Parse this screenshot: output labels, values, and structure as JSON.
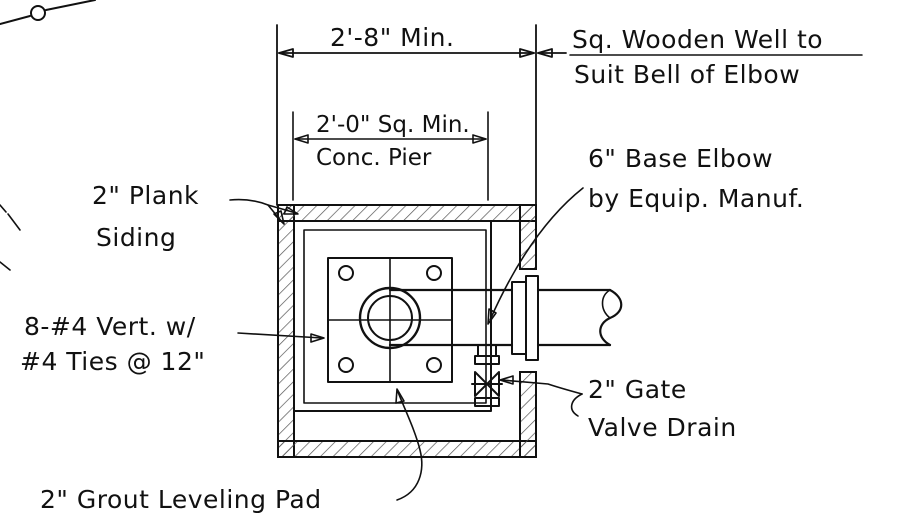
{
  "labels": {
    "min_width": "2'-8\" Min.",
    "wooden_well_1": "Sq. Wooden Well to",
    "wooden_well_2": "Suit Bell of Elbow",
    "pier_1": "2'-0\" Sq. Min.",
    "pier_2": "Conc. Pier",
    "elbow_1": "6\" Base Elbow",
    "elbow_2": "by Equip. Manuf.",
    "plank_1": "2\" Plank",
    "plank_2": "Siding",
    "vert_1": "8-#4 Vert. w/",
    "vert_2": "#4 Ties @ 12\"",
    "gate_1": "2\" Gate",
    "gate_2": "Valve Drain",
    "grout": "2\" Grout Leveling Pad"
  },
  "colors": {
    "line": "#111111",
    "hatch": "#555555",
    "background": "#ffffff"
  }
}
